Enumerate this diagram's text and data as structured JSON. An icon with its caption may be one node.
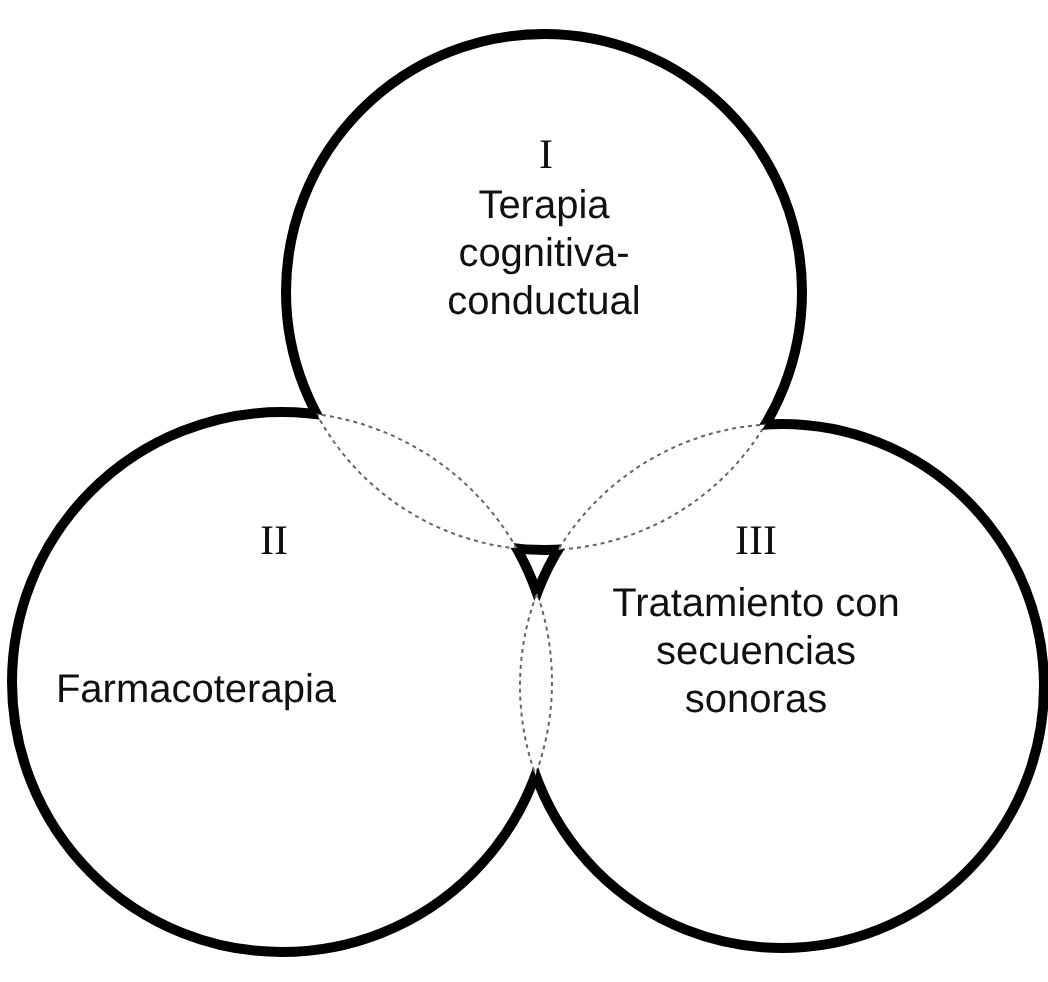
{
  "diagram": {
    "nodes": [
      {
        "text": [
          "I",
          "Terapia cognitiva-conductual"
        ]
      },
      {
        "text": [
          "II",
          "Farmacoterapia"
        ]
      },
      {
        "text": [
          "III",
          "Tratamiento con secuencias sonoras"
        ]
      }
    ],
    "edges": []
  }
}
